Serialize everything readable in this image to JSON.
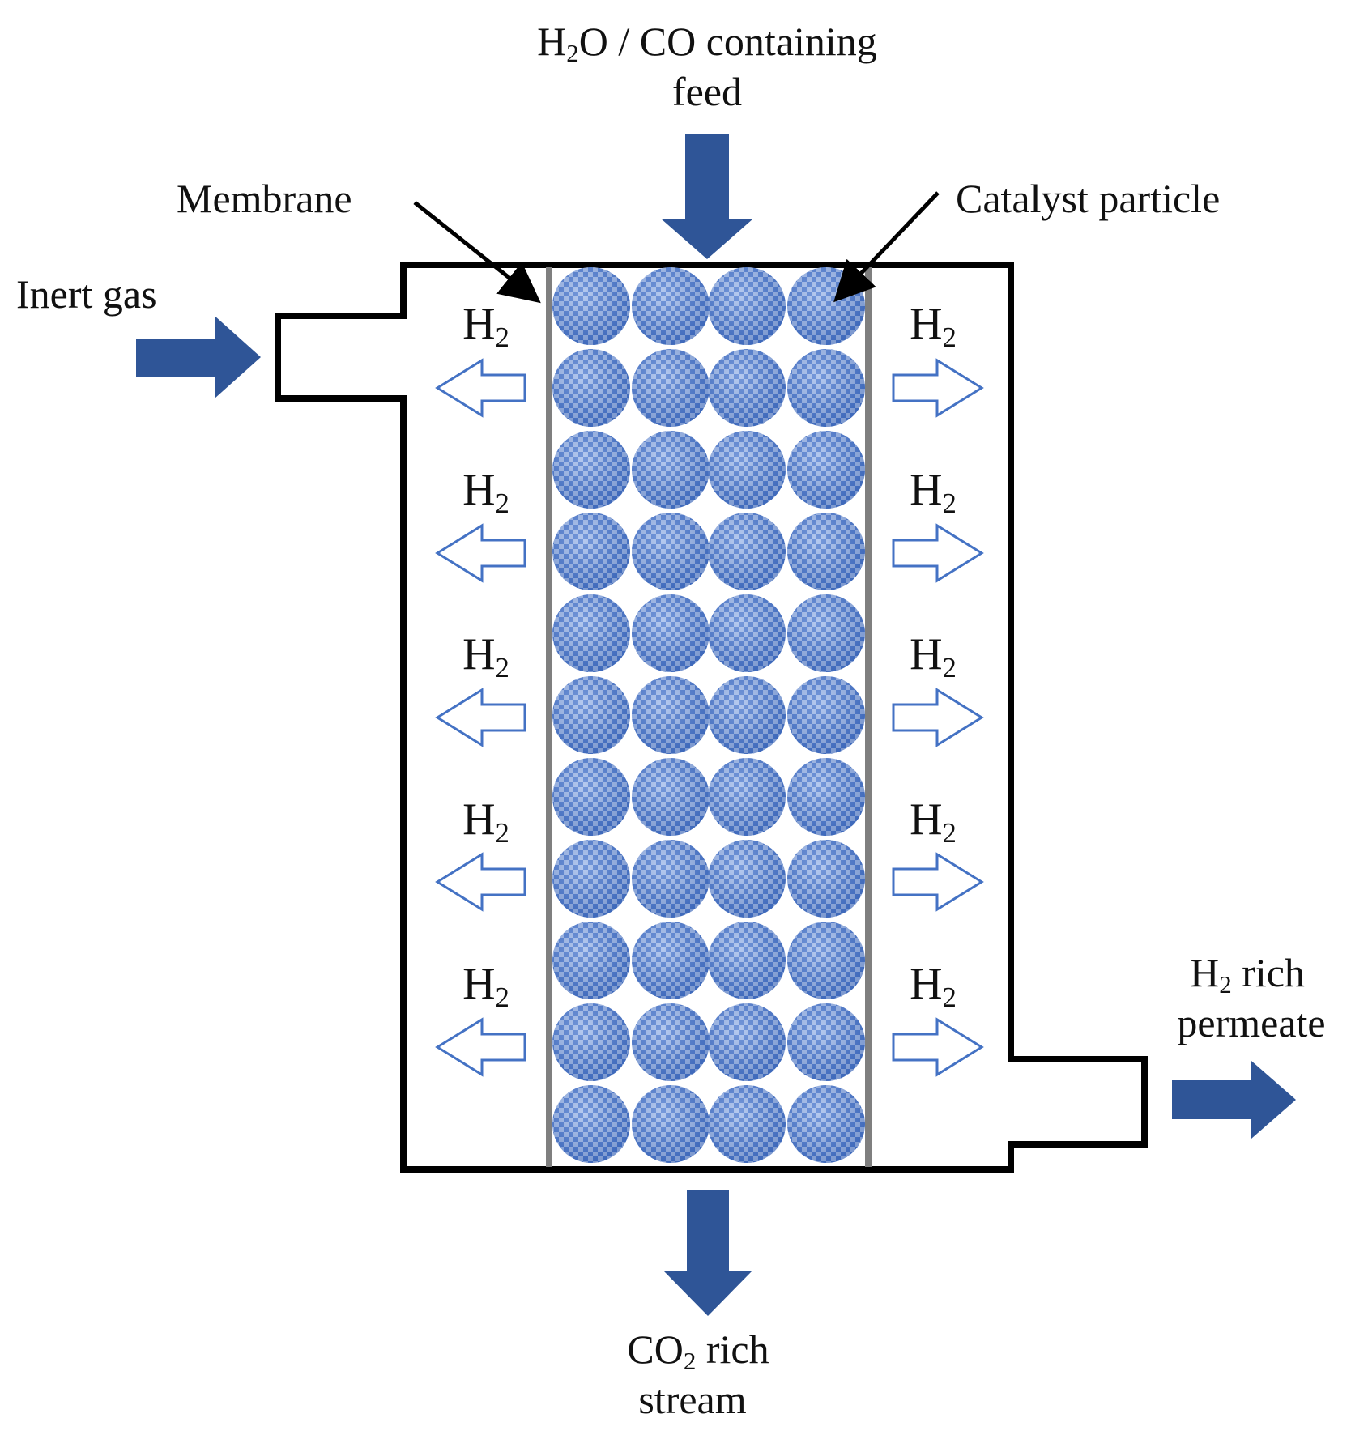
{
  "labels": {
    "feed": {
      "pre": "H",
      "sub": "2",
      "post": "O / CO containing",
      "line2": "feed"
    },
    "membrane": "Membrane",
    "catalyst": "Catalyst particle",
    "inert": "Inert gas",
    "permeate": {
      "pre": "H",
      "sub": "2",
      "post": " rich",
      "line2": "permeate"
    },
    "retentate": {
      "pre": "CO",
      "sub": "2",
      "post": " rich",
      "line2": "stream"
    },
    "h2": {
      "pre": "H",
      "sub": "2"
    }
  },
  "catalyst_bed": {
    "rows": 11,
    "cols": 4
  },
  "h2_arrows_per_side": 5,
  "colors": {
    "flow_arrow": "#2F5597",
    "permeation_arrow_stroke": "#4472C4",
    "catalyst_particle": "#5B86D6",
    "membrane": "#7F7F7F",
    "shell_outline": "#000000"
  }
}
